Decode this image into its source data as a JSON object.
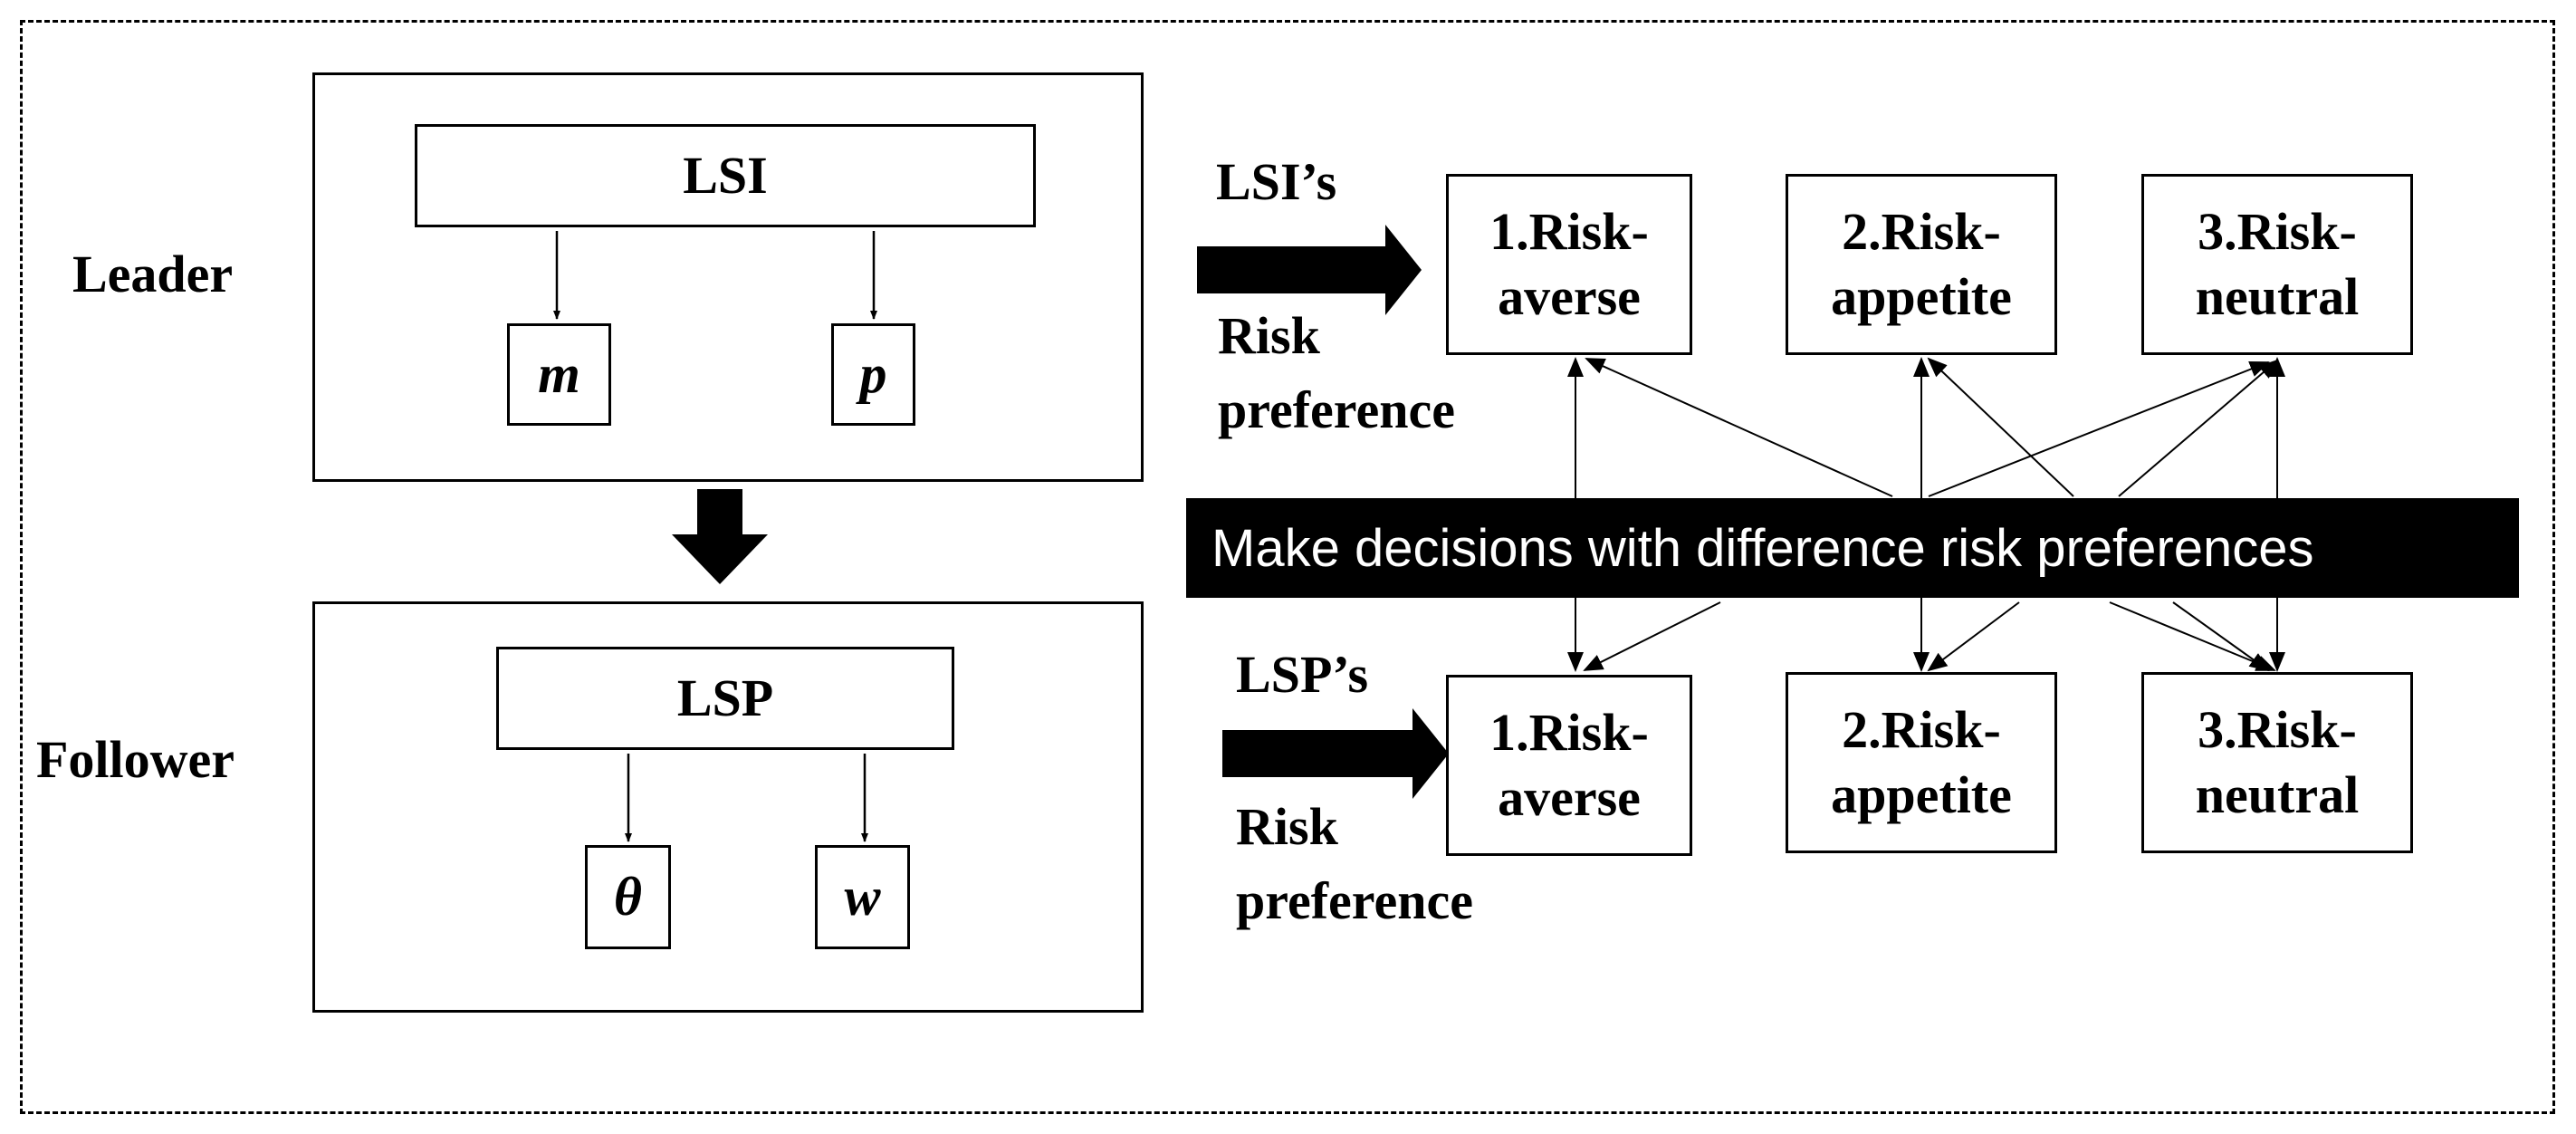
{
  "roles": {
    "leader": "Leader",
    "follower": "Follower"
  },
  "lsi": {
    "title": "LSI",
    "var1": "m",
    "var2": "p"
  },
  "lsp": {
    "title": "LSP",
    "var1": "θ",
    "var2": "w"
  },
  "lsi_pref": {
    "line1": "LSI’s",
    "line2": "Risk",
    "line3": "preference"
  },
  "lsp_pref": {
    "line1": "LSP’s",
    "line2": "Risk",
    "line3": "preference"
  },
  "top_options": [
    {
      "line1": "1.Risk-",
      "line2": "averse"
    },
    {
      "line1": "2.Risk-",
      "line2": "appetite"
    },
    {
      "line1": "3.Risk-",
      "line2": "neutral"
    }
  ],
  "bottom_options": [
    {
      "line1": "1.Risk-",
      "line2": "averse"
    },
    {
      "line1": "2.Risk-",
      "line2": "appetite"
    },
    {
      "line1": "3.Risk-",
      "line2": "neutral"
    }
  ],
  "banner": "Make decisions with difference risk preferences"
}
